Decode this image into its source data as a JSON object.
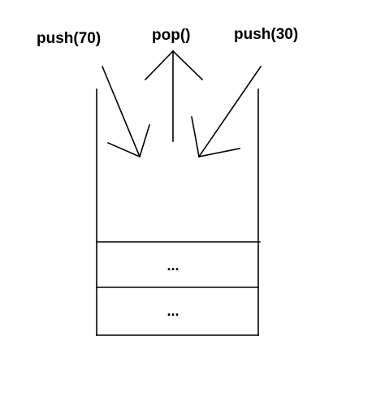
{
  "operations": [
    {
      "id": "push-70",
      "label": "push(70)"
    },
    {
      "id": "pop",
      "label": "pop()"
    },
    {
      "id": "push-30",
      "label": "push(30)"
    }
  ],
  "stack": {
    "cells": [
      {
        "label": "..."
      },
      {
        "label": "..."
      }
    ]
  },
  "colors": {
    "stroke": "#000000",
    "background": "#ffffff"
  }
}
